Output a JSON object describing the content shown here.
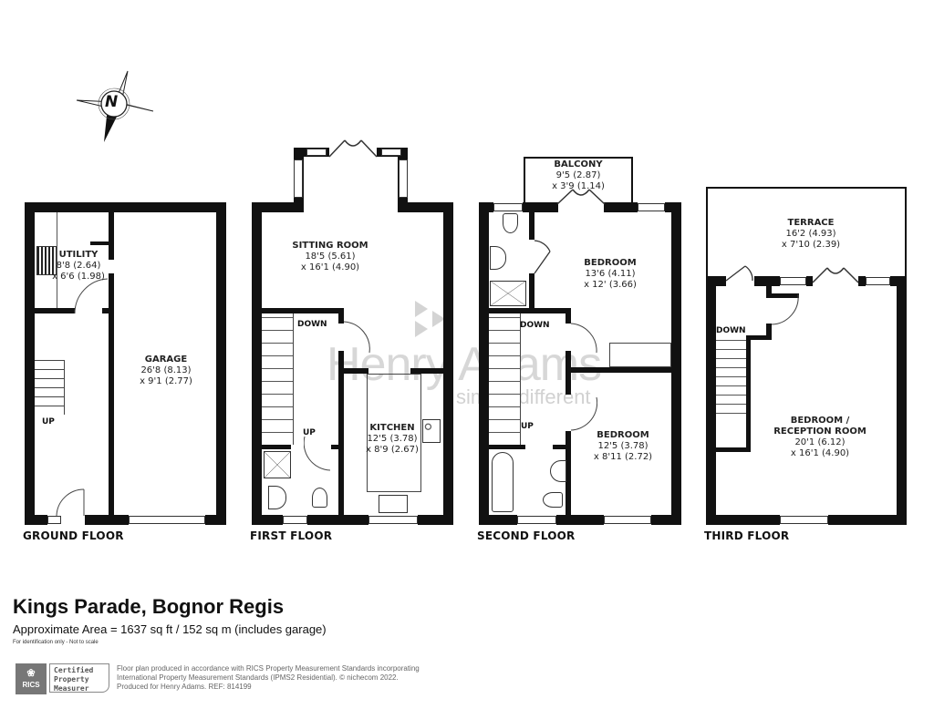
{
  "compass": {
    "label": "N",
    "icon": "north-arrow-compass-icon"
  },
  "watermark": {
    "brand": "Henry Adams",
    "tagline": "simply different"
  },
  "floors": [
    {
      "name": "GROUND FLOOR",
      "rooms": [
        {
          "name": "UTILITY",
          "dim1": "8'8 (2.64)",
          "dim2": "x 6'6 (1.98)"
        },
        {
          "name": "GARAGE",
          "dim1": "26'8 (8.13)",
          "dim2": "x 9'1 (2.77)"
        }
      ],
      "stairs_label": "UP"
    },
    {
      "name": "FIRST FLOOR",
      "rooms": [
        {
          "name": "SITTING ROOM",
          "dim1": "18'5 (5.61)",
          "dim2": "x 16'1 (4.90)"
        },
        {
          "name": "KITCHEN",
          "dim1": "12'5 (3.78)",
          "dim2": "x 8'9 (2.67)"
        }
      ],
      "stairs_down_label": "DOWN",
      "stairs_up_label": "UP"
    },
    {
      "name": "SECOND FLOOR",
      "rooms": [
        {
          "name": "BALCONY",
          "dim1": "9'5 (2.87)",
          "dim2": "x 3'9 (1.14)"
        },
        {
          "name": "BEDROOM",
          "dim1": "13'6 (4.11)",
          "dim2": "x 12' (3.66)"
        },
        {
          "name": "BEDROOM",
          "dim1": "12'5 (3.78)",
          "dim2": "x 8'11 (2.72)"
        }
      ],
      "stairs_down_label": "DOWN",
      "stairs_up_label": "UP"
    },
    {
      "name": "THIRD FLOOR",
      "rooms": [
        {
          "name": "TERRACE",
          "dim1": "16'2 (4.93)",
          "dim2": "x 7'10 (2.39)"
        },
        {
          "name": "BEDROOM /",
          "name2": "RECEPTION ROOM",
          "dim1": "20'1 (6.12)",
          "dim2": "x 16'1 (4.90)"
        }
      ],
      "stairs_down_label": "DOWN"
    }
  ],
  "footer": {
    "title": "Kings Parade, Bognor Regis",
    "area": "Approximate Area = 1637 sq ft / 152 sq m (includes garage)",
    "note": "For identification only - Not to scale",
    "rics_badge": "RICS",
    "cert_line1": "Certified",
    "cert_line2": "Property",
    "cert_line3": "Measurer",
    "legal_line1": "Floor plan produced in accordance with RICS Property Measurement Standards incorporating",
    "legal_line2": "International Property Measurement Standards (IPMS2 Residential).   © nichecom 2022.",
    "legal_line3": "Produced for Henry Adams.   REF: 814199"
  }
}
